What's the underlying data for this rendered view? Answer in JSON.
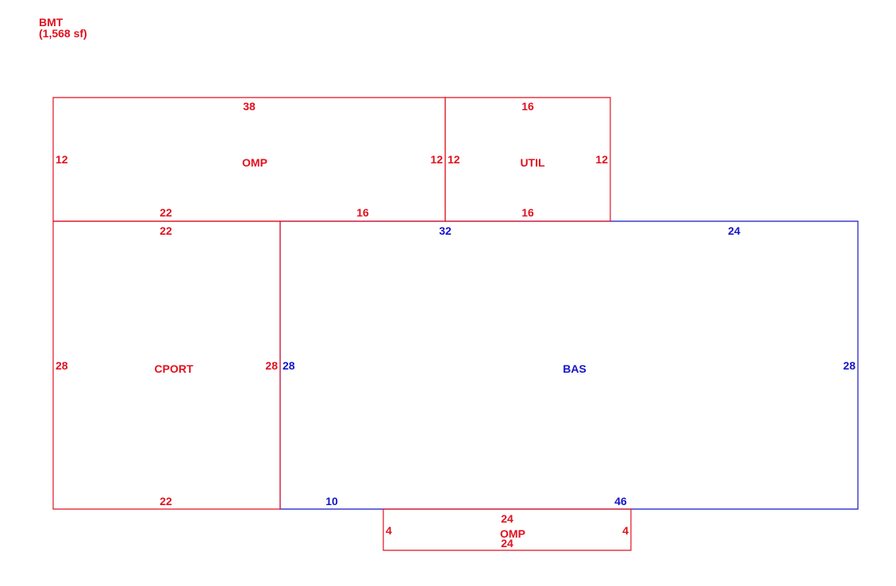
{
  "header": {
    "name": "BMT",
    "area": "(1,568 sf)"
  },
  "colors": {
    "red": "#e0101e",
    "blue": "#1414c8"
  },
  "areas": {
    "omp_top": {
      "label": "OMP",
      "top": "38",
      "left": "12",
      "right": "12",
      "bottom_a": "22",
      "bottom_b": "16"
    },
    "util": {
      "label": "UTIL",
      "top": "16",
      "left": "12",
      "right": "12",
      "bottom": "16"
    },
    "cport": {
      "label": "CPORT",
      "top": "22",
      "left": "28",
      "right": "28",
      "bottom": "22"
    },
    "bas": {
      "label": "BAS",
      "top_a": "32",
      "top_b": "24",
      "left": "28",
      "right": "28",
      "bottom_a": "10",
      "bottom_b": "46"
    },
    "omp_bottom": {
      "label": "OMP",
      "top": "24",
      "left": "4",
      "right": "4",
      "bottom": "24"
    }
  }
}
